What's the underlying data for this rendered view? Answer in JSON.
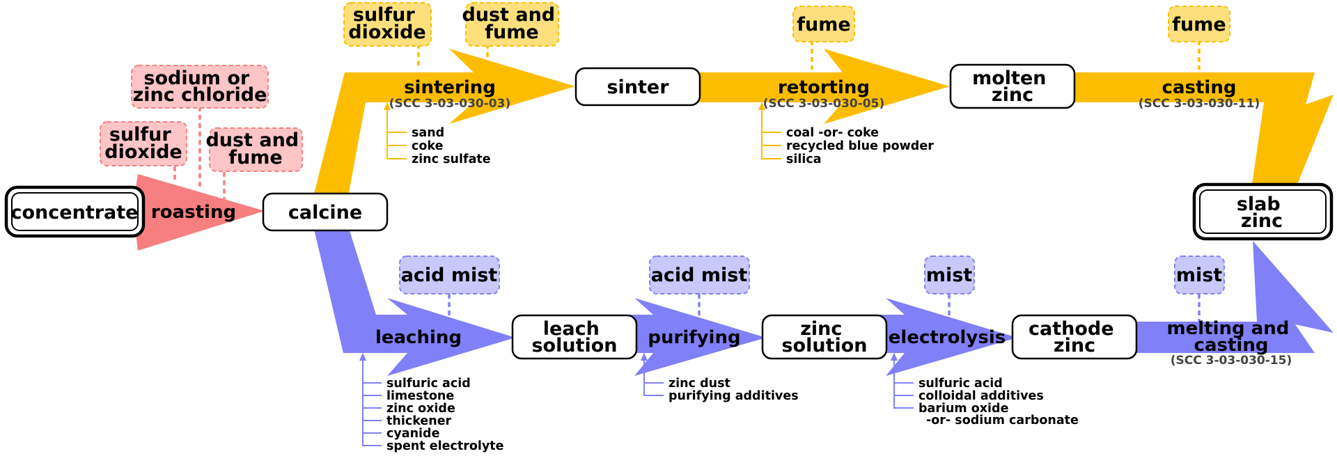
{
  "colors": {
    "roasting": "#f77f7f",
    "roasting_emission_fill": "#fdc5c5",
    "pyro": "#fcbd00",
    "pyro_emission_fill": "#fde07d",
    "electro": "#8080f8",
    "electro_emission_fill": "#c8c8fb"
  },
  "nodes": {
    "concentrate": "concentrate",
    "calcine": "calcine",
    "sinter": "sinter",
    "molten_zinc": [
      "molten",
      "zinc"
    ],
    "slab_zinc": [
      "slab",
      "zinc"
    ],
    "leach_solution": [
      "leach",
      "solution"
    ],
    "zinc_solution": [
      "zinc",
      "solution"
    ],
    "cathode_zinc": [
      "cathode",
      "zinc"
    ]
  },
  "processes": {
    "roasting": {
      "label": "roasting"
    },
    "sintering": {
      "label": "sintering",
      "scc": "(SCC 3-03-030-03)"
    },
    "retorting": {
      "label": "retorting",
      "scc": "(SCC 3-03-030-05)"
    },
    "casting": {
      "label": "casting",
      "scc": "(SCC 3-03-030-11)"
    },
    "leaching": {
      "label": "leaching"
    },
    "purifying": {
      "label": "purifying"
    },
    "electrolysis": {
      "label": "electrolysis"
    },
    "melting_casting": {
      "label": [
        "melting and",
        "casting"
      ],
      "scc": "(SCC 3-03-030-15)"
    }
  },
  "emissions": {
    "roast_so2": [
      "sulfur",
      "dioxide"
    ],
    "roast_chloride": [
      "sodium or",
      "zinc chloride"
    ],
    "roast_dust": [
      "dust and",
      "fume"
    ],
    "sinter_so2": [
      "sulfur",
      "dioxide"
    ],
    "sinter_dust": [
      "dust and",
      "fume"
    ],
    "retort_fume": "fume",
    "cast_fume": "fume",
    "leach_mist": "acid mist",
    "purify_mist": "acid mist",
    "electro_mist": "mist",
    "melt_mist": "mist"
  },
  "inputs": {
    "sintering": [
      "sand",
      "coke",
      "zinc sulfate"
    ],
    "retorting": [
      "coal -or- coke",
      "recycled blue powder",
      "silica"
    ],
    "leaching": [
      "sulfuric acid",
      "limestone",
      "zinc oxide",
      "thickener",
      "cyanide",
      "spent electrolyte"
    ],
    "purifying": [
      "zinc dust",
      "purifying additives"
    ],
    "electrolysis": [
      "sulfuric acid",
      "colloidal additives",
      "barium oxide",
      "-or- sodium carbonate"
    ]
  }
}
